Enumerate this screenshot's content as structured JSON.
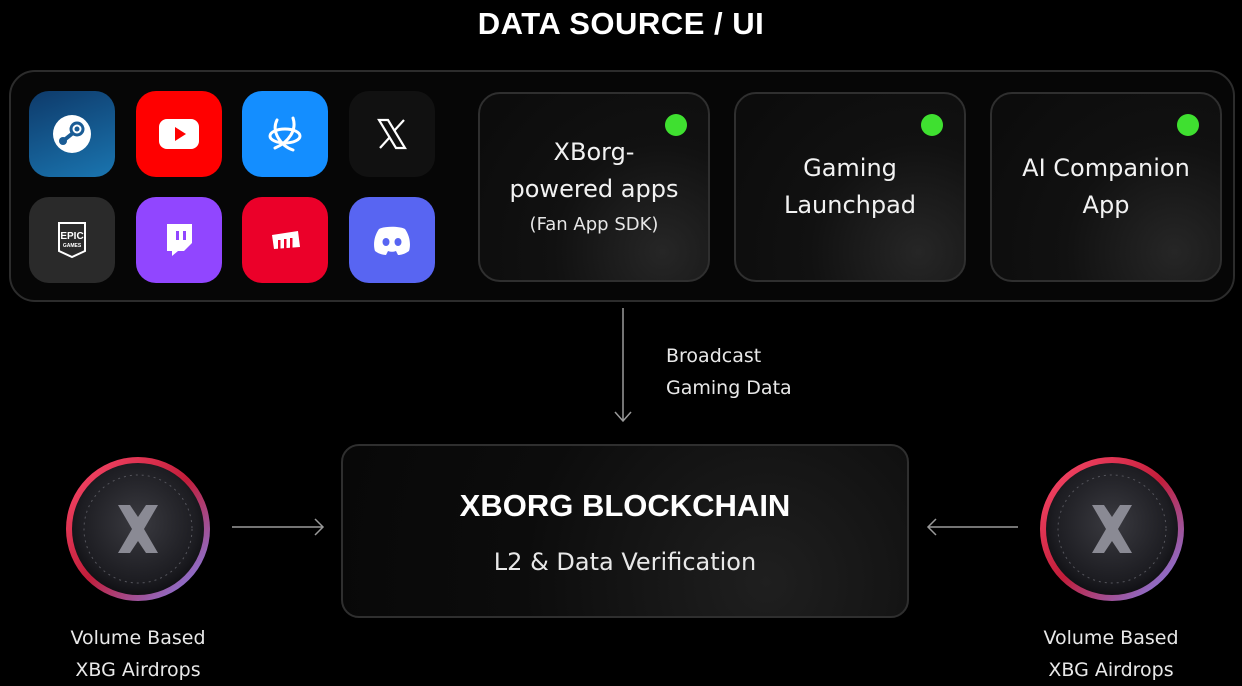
{
  "header": {
    "title": "DATA SOURCE / UI"
  },
  "sources": {
    "app_icons": [
      {
        "name": "steam-icon",
        "color": "#1a75b0"
      },
      {
        "name": "youtube-icon",
        "color": "#ff0000"
      },
      {
        "name": "battlenet-icon",
        "color": "#148eff"
      },
      {
        "name": "x-icon",
        "color": "#111111"
      },
      {
        "name": "epic-games-icon",
        "color": "#2a2a2a",
        "text_line1": "EPIC",
        "text_line2": "GAMES"
      },
      {
        "name": "twitch-icon",
        "color": "#9146ff"
      },
      {
        "name": "riot-games-icon",
        "color": "#eb0029"
      },
      {
        "name": "discord-icon",
        "color": "#5865f2"
      }
    ],
    "cards": [
      {
        "main_line1": "XBorg-",
        "main_line2": "powered apps",
        "sub": "(Fan App SDK)",
        "status_color": "#3fe030"
      },
      {
        "main_line1": "Gaming",
        "main_line2": "Launchpad",
        "sub": "",
        "status_color": "#3fe030"
      },
      {
        "main_line1": "AI Companion",
        "main_line2": "App",
        "sub": "",
        "status_color": "#3fe030"
      }
    ]
  },
  "flow": {
    "broadcast_line1": "Broadcast",
    "broadcast_line2": "Gaming Data"
  },
  "blockchain": {
    "title": "XBORG BLOCKCHAIN",
    "subtitle": "L2 & Data Verification"
  },
  "airdrops": {
    "left_line1": "Volume Based",
    "left_line2": "XBG Airdrops",
    "right_line1": "Volume Based",
    "right_line2": "XBG Airdrops"
  }
}
